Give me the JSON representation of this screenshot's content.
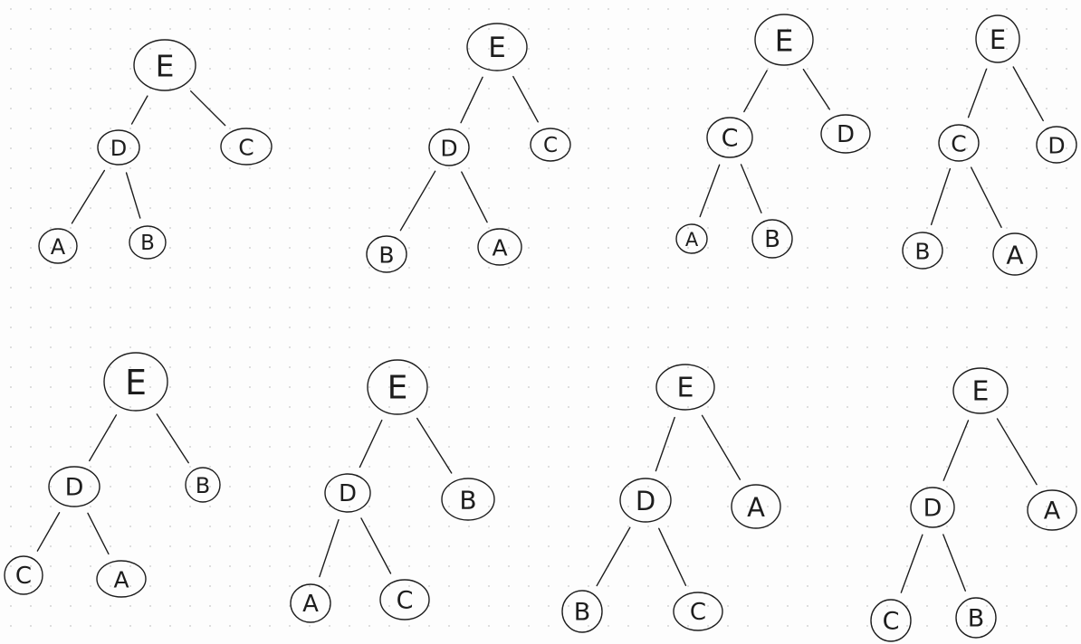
{
  "background_color": "#fdfdfd",
  "ink_color": "#1d1d1d",
  "grid_dot_color": "#c9c9c9",
  "trees": [
    {
      "root": "E",
      "left": "D",
      "right": "C",
      "left_left": "A",
      "left_right": "B"
    },
    {
      "root": "E",
      "left": "D",
      "right": "C",
      "left_left": "B",
      "left_right": "A"
    },
    {
      "root": "E",
      "left": "C",
      "right": "D",
      "left_left": "A",
      "left_right": "B"
    },
    {
      "root": "E",
      "left": "C",
      "right": "D",
      "left_left": "B",
      "left_right": "A"
    },
    {
      "root": "E",
      "left": "D",
      "right": "B",
      "left_left": "C",
      "left_right": "A"
    },
    {
      "root": "E",
      "left": "D",
      "right": "B",
      "left_left": "A",
      "left_right": "C"
    },
    {
      "root": "E",
      "left": "D",
      "right": "A",
      "left_left": "B",
      "left_right": "C"
    },
    {
      "root": "E",
      "left": "D",
      "right": "A",
      "left_left": "C",
      "left_right": "B"
    }
  ]
}
